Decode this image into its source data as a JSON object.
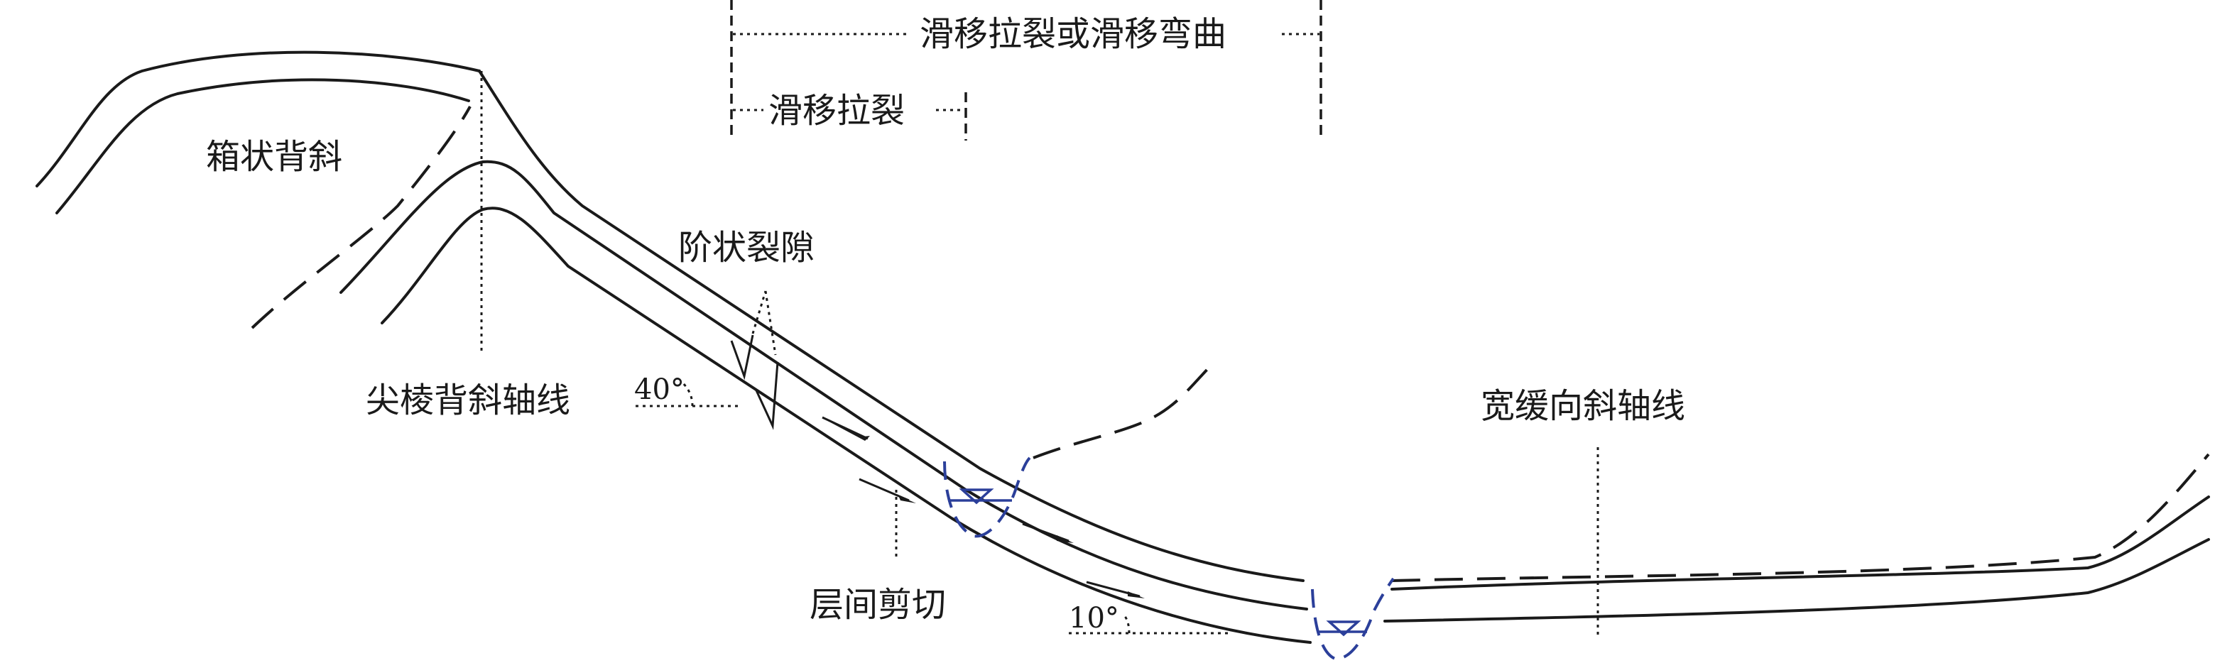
{
  "labels": {
    "sliding_tension_or_bending": "滑移拉裂或滑移弯曲",
    "sliding_tension": "滑移拉裂",
    "box_anticline": "箱状背斜",
    "step_fractures": "阶状裂隙",
    "sharp_anticline_axis": "尖棱背斜轴线",
    "broad_syncline_axis": "宽缓向斜轴线",
    "interlayer_shear": "层间剪切",
    "angle_upper": "40°",
    "angle_lower": "10°"
  },
  "colors": {
    "line": "#1a1a1a",
    "water": "#2b3f9a"
  }
}
